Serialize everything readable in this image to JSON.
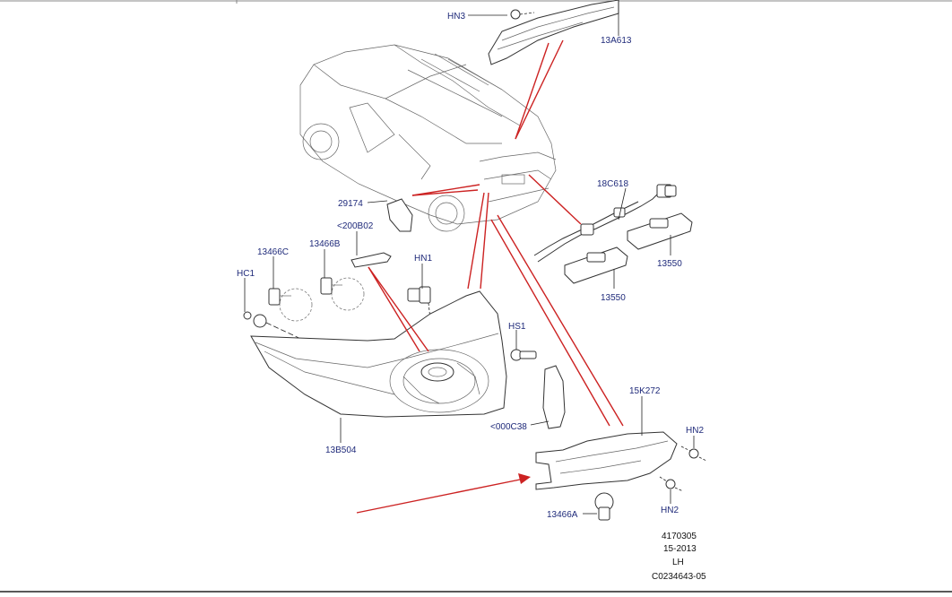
{
  "colors": {
    "label_text": "#1f2a7a",
    "pointer_lines": "#cc2222",
    "outline": "#333333"
  },
  "parts": {
    "hn3": "HN3",
    "13a613": "13A613",
    "29174": "29174",
    "200b02": "<200B02",
    "18c618": "18C618",
    "13466c": "13466C",
    "13466b": "13466B",
    "hn1": "HN1",
    "hc1": "HC1",
    "hs1": "HS1",
    "13550_right": "13550",
    "13550_lower": "13550",
    "15k272": "15K272",
    "13b504": "13B504",
    "000c38": "<000C38",
    "hn2_upper": "HN2",
    "hn2_lower": "HN2",
    "13466a": "13466A"
  },
  "info": {
    "code": "4170305",
    "date": "15-2013",
    "side": "LH",
    "ref": "C0234643-05"
  }
}
